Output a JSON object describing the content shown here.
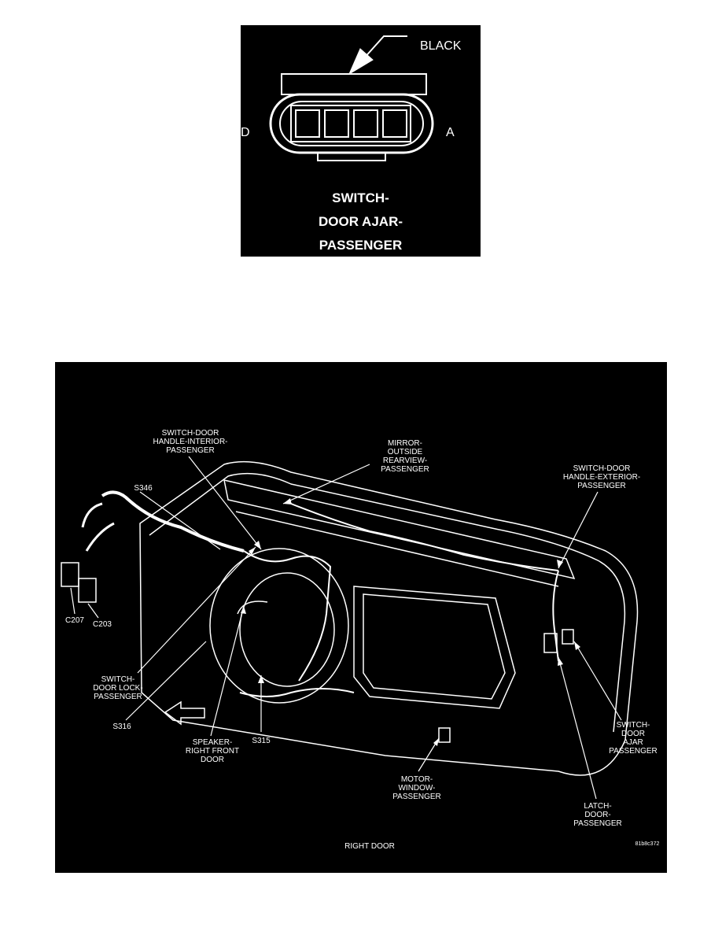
{
  "connector": {
    "color_label": "BLACK",
    "pin_left": "D",
    "pin_right": "A",
    "title_lines": [
      "SWITCH-",
      "DOOR AJAR-",
      "PASSENGER"
    ]
  },
  "door_diagram": {
    "caption": "RIGHT DOOR",
    "figure_id": "81b8c372",
    "callouts": {
      "handle_interior": "SWITCH-DOOR\nHANDLE-INTERIOR-\nPASSENGER",
      "mirror": "MIRROR-\nOUTSIDE\nREARVIEW-\nPASSENGER",
      "handle_exterior": "SWITCH-DOOR\nHANDLE-EXTERIOR-\nPASSENGER",
      "s346": "S346",
      "c207": "C207",
      "c203": "C203",
      "door_lock": "SWITCH-\nDOOR LOCK-\nPASSENGER",
      "s316": "S316",
      "speaker": "SPEAKER-\nRIGHT FRONT\nDOOR",
      "s315": "S315",
      "motor_window": "MOTOR-\nWINDOW-\nPASSENGER",
      "latch": "LATCH-\nDOOR-\nPASSENGER",
      "door_ajar": "SWITCH-\nDOOR\nAJAR\nPASSENGER"
    }
  },
  "colors": {
    "background": "#000000",
    "lines": "#ffffff",
    "page": "#ffffff"
  }
}
